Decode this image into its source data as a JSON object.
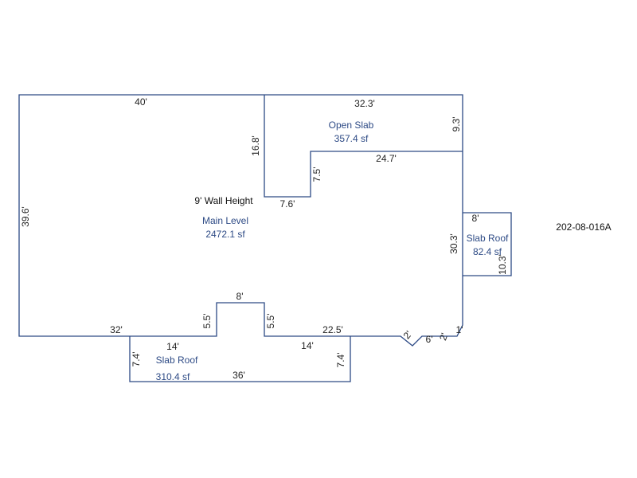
{
  "parcel_id": "202-08-016A",
  "wall_height": "9' Wall Height",
  "colors": {
    "line": "#2d4a85",
    "label": "#2d4a85",
    "dimension": "#222222",
    "background": "#ffffff"
  },
  "areas": {
    "main_level": {
      "name": "Main Level",
      "size": "2472.1 sf"
    },
    "open_slab": {
      "name": "Open Slab",
      "size": "357.4 sf"
    },
    "slab_roof_right": {
      "name": "Slab Roof",
      "size": "82.4 sf"
    },
    "slab_roof_bottom": {
      "name": "Slab Roof",
      "size": "310.4 sf"
    }
  },
  "dimensions": {
    "main_top": "40'",
    "main_left": "39.6'",
    "main_bottom_left": "32'",
    "notch_left": "5.5'",
    "notch_top": "8'",
    "notch_right": "5.5'",
    "main_bottom_right": "22.5'",
    "chamfer_left": "2'",
    "chamfer_bottom": "6'",
    "chamfer_right": "2'",
    "chamfer_step": "1'",
    "main_right": "30.3'",
    "open_slab_top": "32.3'",
    "open_slab_right": "9.3'",
    "open_slab_left": "16.8'",
    "open_slab_bottom_left": "7.6'",
    "open_slab_step": "7.5'",
    "open_slab_bottom_right": "24.7'",
    "slab_right_top": "8'",
    "slab_right_side": "10.3'",
    "slab_bottom_top_left": "14'",
    "slab_bottom_top_right": "14'",
    "slab_bottom_left": "7.4'",
    "slab_bottom_right": "7.4'",
    "slab_bottom_bottom": "36'"
  }
}
